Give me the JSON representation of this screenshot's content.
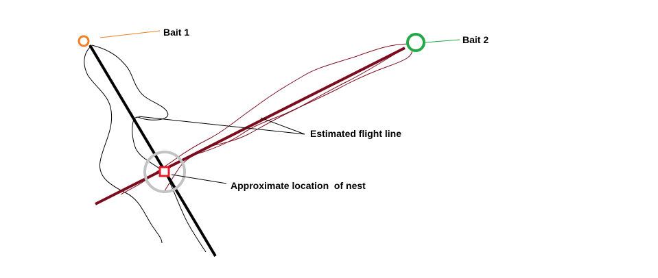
{
  "labels": {
    "bait1": "Bait 1",
    "bait2": "Bait 2",
    "flight_line": "Estimated flight line",
    "nest": "Approximate location  of nest"
  },
  "colors": {
    "bait1_marker": "#ef7f22",
    "bait2_marker": "#22a846",
    "flight_line_1": "#000000",
    "flight_line_2": "#7b0c1e",
    "nest_marker": "#e41c2b",
    "nest_search_circle": "#c3c3c3",
    "leader_1": "#ef7f22",
    "leader_2": "#22a846"
  }
}
